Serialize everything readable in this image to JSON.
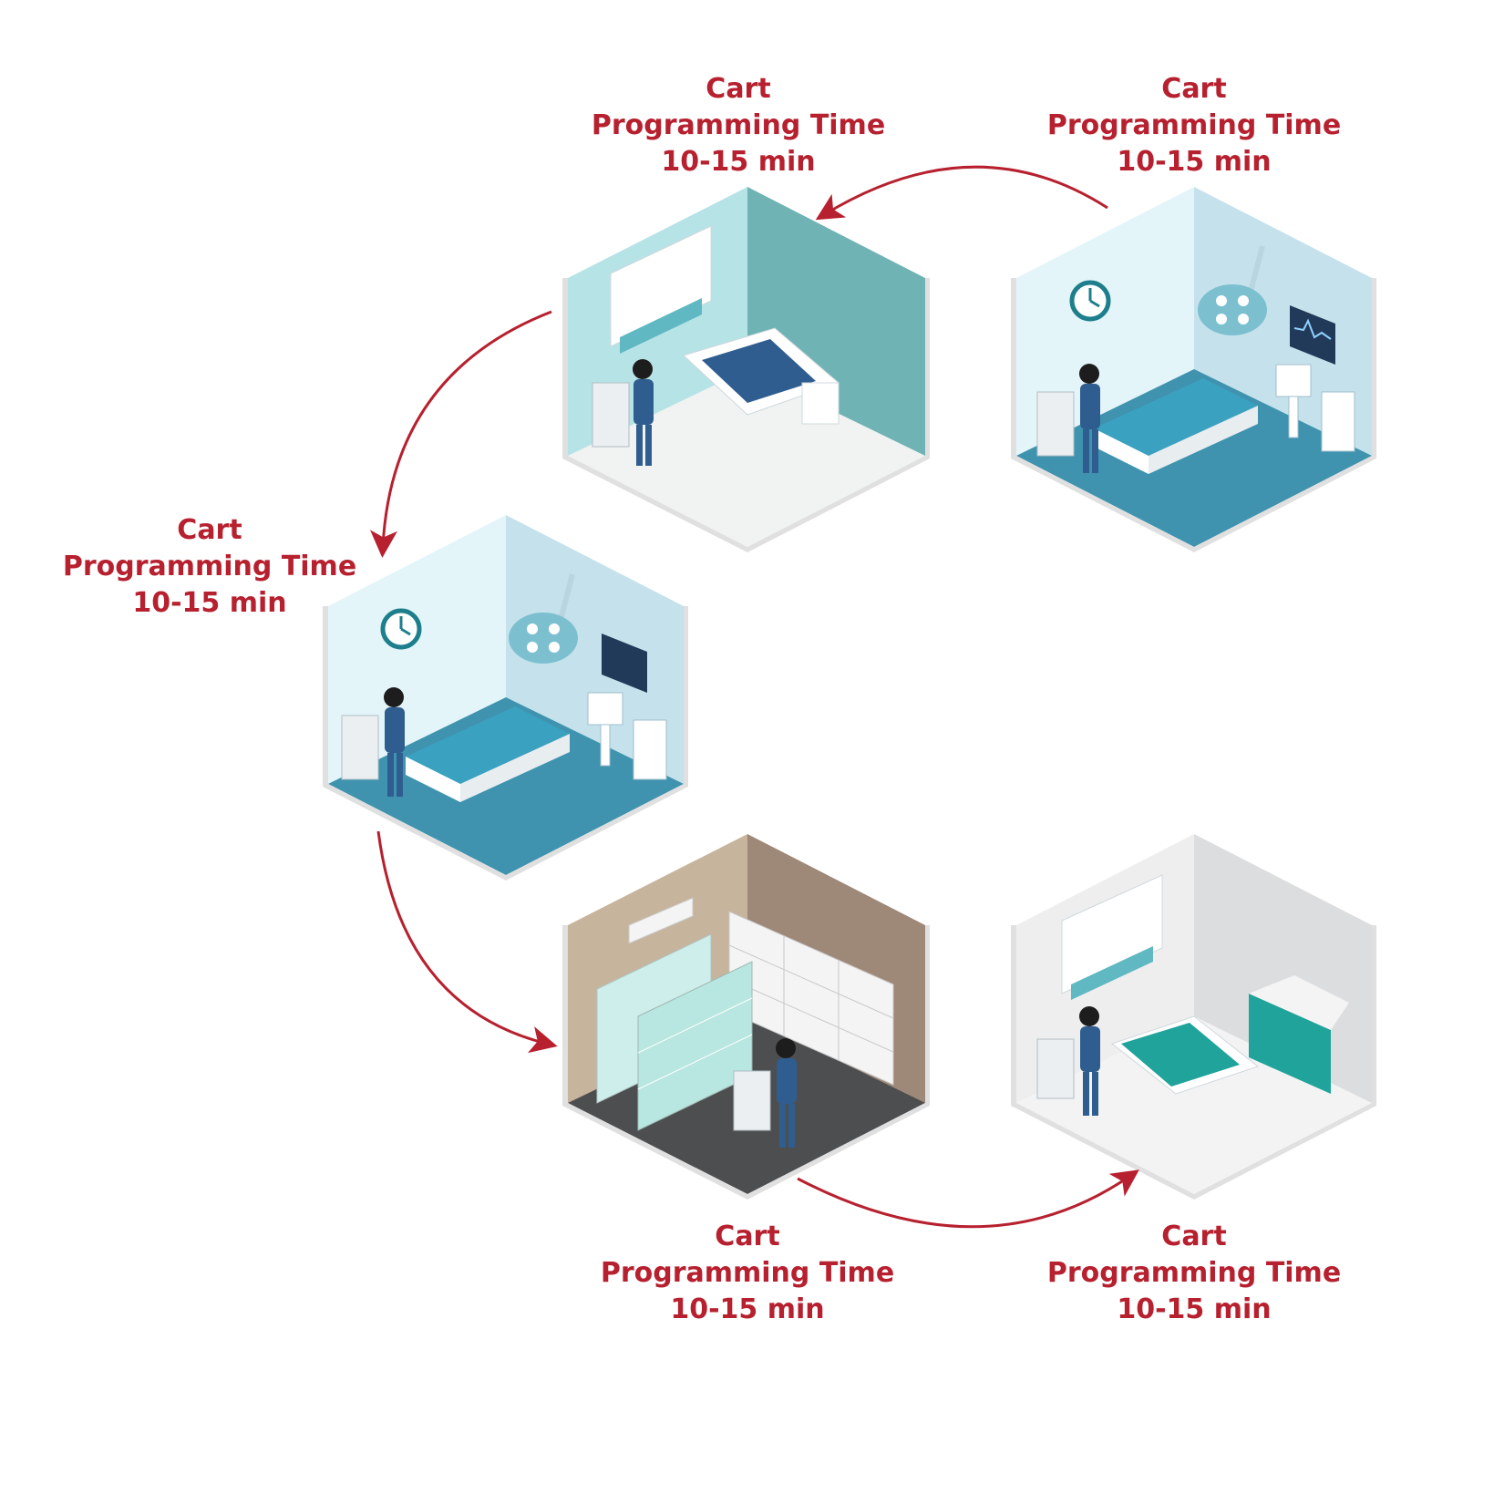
{
  "labels": [
    {
      "line1": "Cart",
      "line2": "Programming Time",
      "line3": "10-15 min"
    },
    {
      "line1": "Cart",
      "line2": "Programming Time",
      "line3": "10-15 min"
    },
    {
      "line1": "Cart",
      "line2": "Programming Time",
      "line3": "10-15 min"
    },
    {
      "line1": "Cart",
      "line2": "Programming Time",
      "line3": "10-15 min"
    },
    {
      "line1": "Cart",
      "line2": "Programming Time",
      "line3": "10-15 min"
    }
  ],
  "rooms": [
    {
      "type": "patient-room",
      "wall_left": "#b6e3e6",
      "wall_right": "#6fb3b5",
      "floor": "#f1f2f2"
    },
    {
      "type": "operating-room",
      "wall_left": "#e3f5f9",
      "wall_right": "#c5e2ec",
      "floor": "#3f93ae"
    },
    {
      "type": "operating-room",
      "wall_left": "#e3f5f9",
      "wall_right": "#c5e2ec",
      "floor": "#3f93ae"
    },
    {
      "type": "pharmacy-storage",
      "wall_left": "#c6b49c",
      "wall_right": "#9e8878",
      "floor": "#4d4e50"
    },
    {
      "type": "recovery-room",
      "wall_left": "#eeeeef",
      "wall_right": "#dcdddf",
      "floor": "#f3f3f4"
    }
  ],
  "colors": {
    "accent": "#b7202e"
  }
}
